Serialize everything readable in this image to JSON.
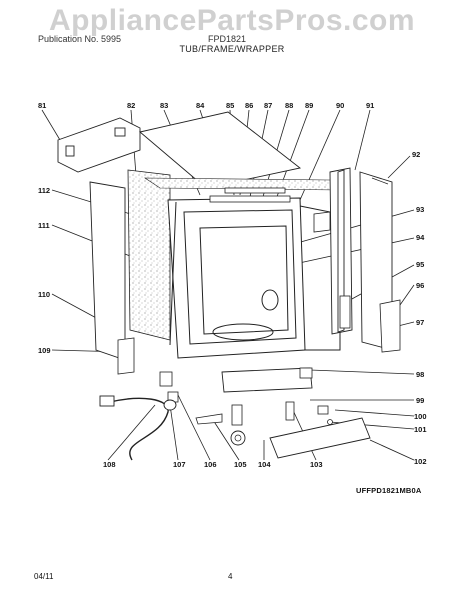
{
  "header": {
    "watermark": "AppliancePartsPros.com",
    "left_caption": "Publication No. 5995",
    "right_caption": "FPD1821",
    "section_title": "TUB/FRAME/WRAPPER"
  },
  "diagram": {
    "code": "UFFPD1821MB0A",
    "callouts": [
      "81",
      "82",
      "83",
      "84",
      "85",
      "86",
      "87",
      "88",
      "89",
      "90",
      "91",
      "92",
      "93",
      "94",
      "95",
      "96",
      "97",
      "98",
      "99",
      "100",
      "101",
      "102",
      "103",
      "104",
      "105",
      "106",
      "107",
      "108",
      "109",
      "110",
      "111",
      "112"
    ]
  },
  "footer": {
    "date": "04/11",
    "page": "4"
  },
  "colors": {
    "line": "#222222",
    "speckle": "#9a9a9a"
  }
}
